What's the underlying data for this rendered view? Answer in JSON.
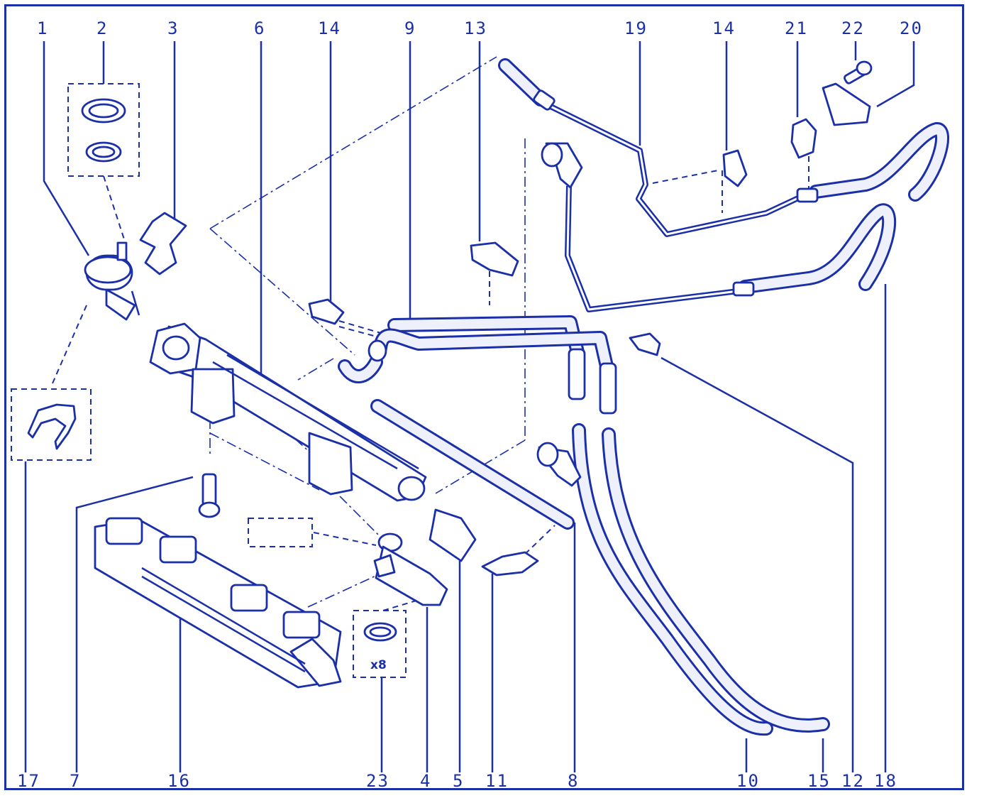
{
  "top_labels": [
    "1",
    "2",
    "3",
    "6",
    "14",
    "9",
    "13",
    "19",
    "14",
    "21",
    "22",
    "20"
  ],
  "bottom_labels": [
    "17",
    "7",
    "16",
    "23",
    "4",
    "5",
    "11",
    "8",
    "10",
    "15",
    "12",
    "18"
  ],
  "inset_text": "x8",
  "colors": {
    "ink": "#1a2fa8",
    "background": "#ffffff"
  }
}
